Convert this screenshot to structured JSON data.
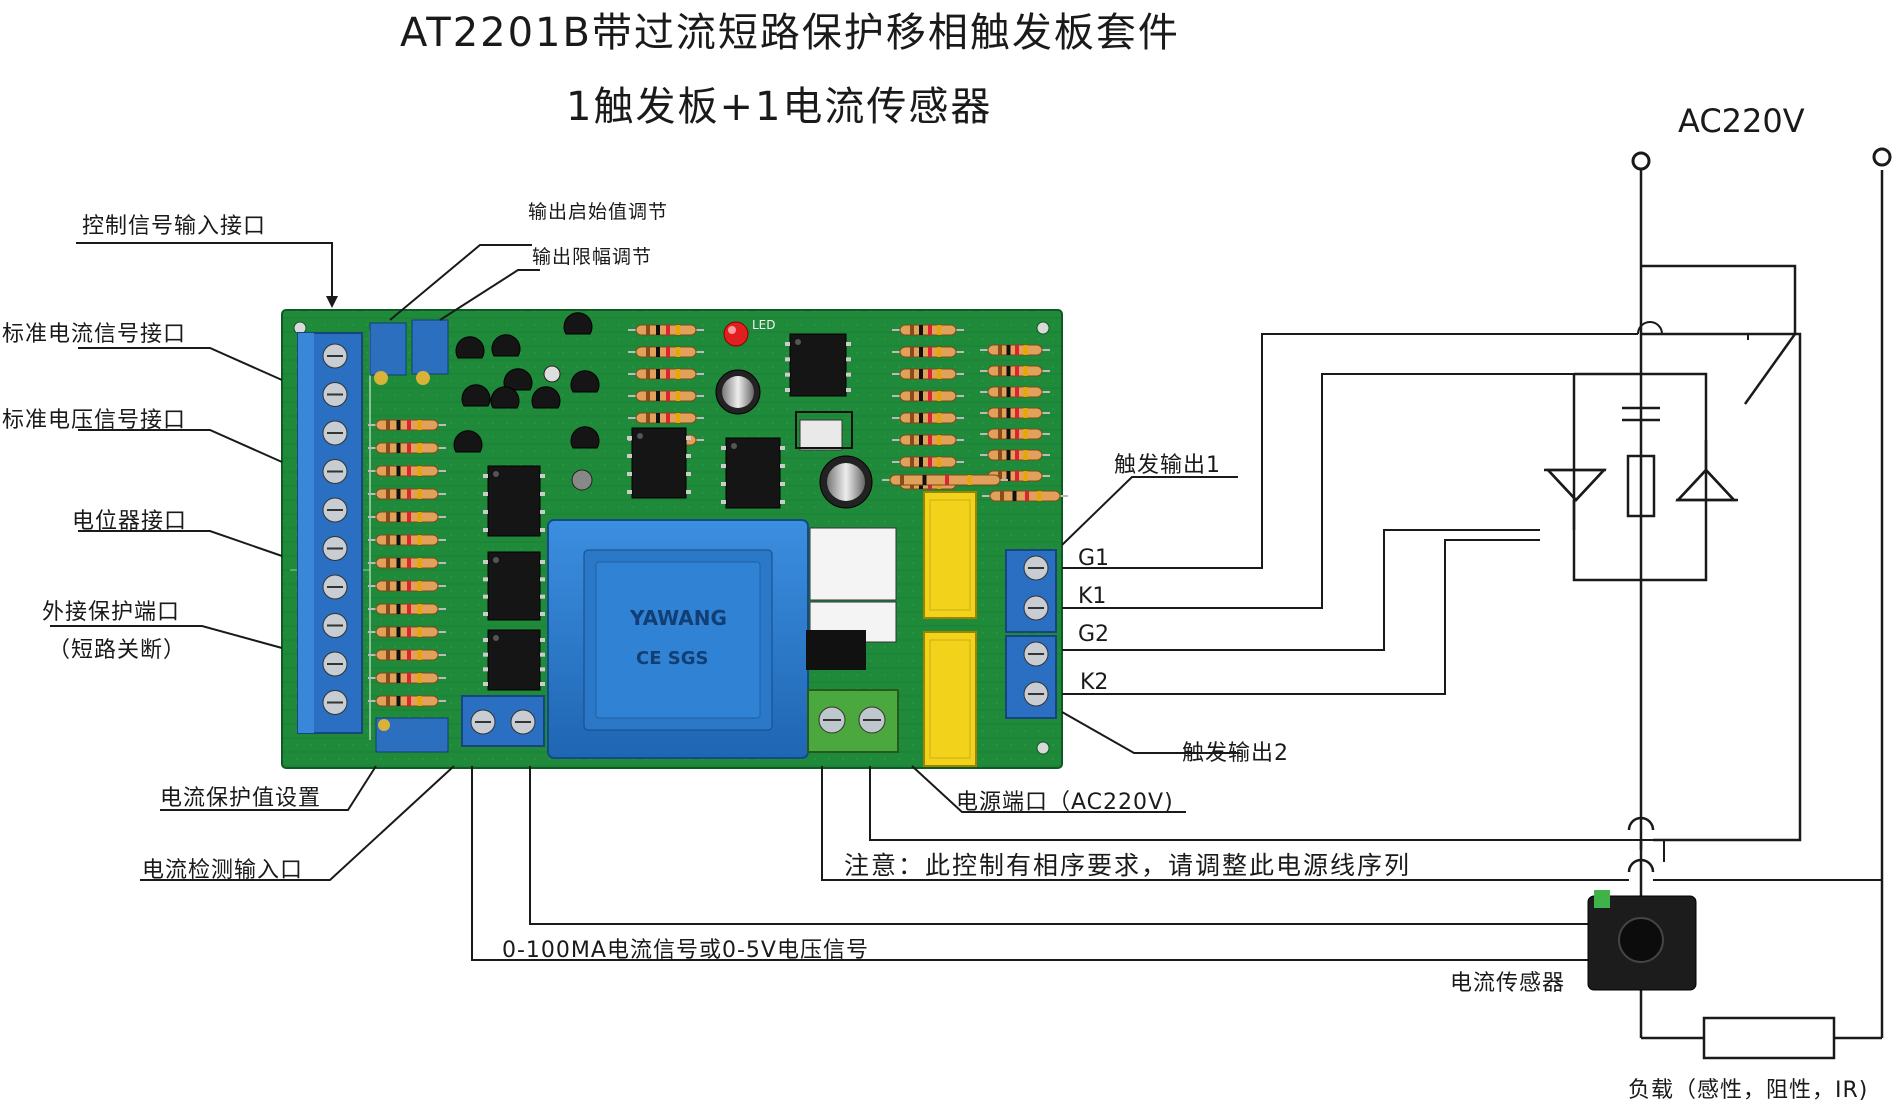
{
  "title": "AT2201B带过流短路保护移相触发板套件",
  "subtitle": "1触发板+1电流传感器",
  "supply_label": "AC220V",
  "labels": {
    "control_input": "控制信号输入接口",
    "start_adjust": "输出启始值调节",
    "limit_adjust": "输出限幅调节",
    "std_current": "标准电流信号接口",
    "std_voltage": "标准电压信号接口",
    "potentiometer": "电位器接口",
    "ext_protect": "外接保护端口",
    "ext_protect_note": "（短路关断）",
    "trigger_out1": "触发输出1",
    "trigger_out2": "触发输出2",
    "g1": "G1",
    "k1": "K1",
    "g2": "G2",
    "k2": "K2",
    "protect_set": "电流保护值设置",
    "current_detect": "电流检测输入口",
    "power_port": "电源端口（AC220V)",
    "note": "注意：此控制有相序要求，请调整此电源线序列",
    "signal_range": "0-100MA电流信号或0-5V电压信号",
    "sensor": "电流传感器",
    "load": "负载（感性，阻性，IR)"
  },
  "pcb": {
    "led_label": "LED",
    "transformer_brand": "YAWANG",
    "transformer_mark": "CE SGS"
  },
  "colors": {
    "pcb_green": "#1f8a3a",
    "terminal_blue": "#2a6fc2",
    "transformer_blue": "#2f7fd0",
    "relay_yellow": "#f2d21b",
    "terminal_green": "#4aa83f",
    "wire": "#1a1a1a"
  }
}
